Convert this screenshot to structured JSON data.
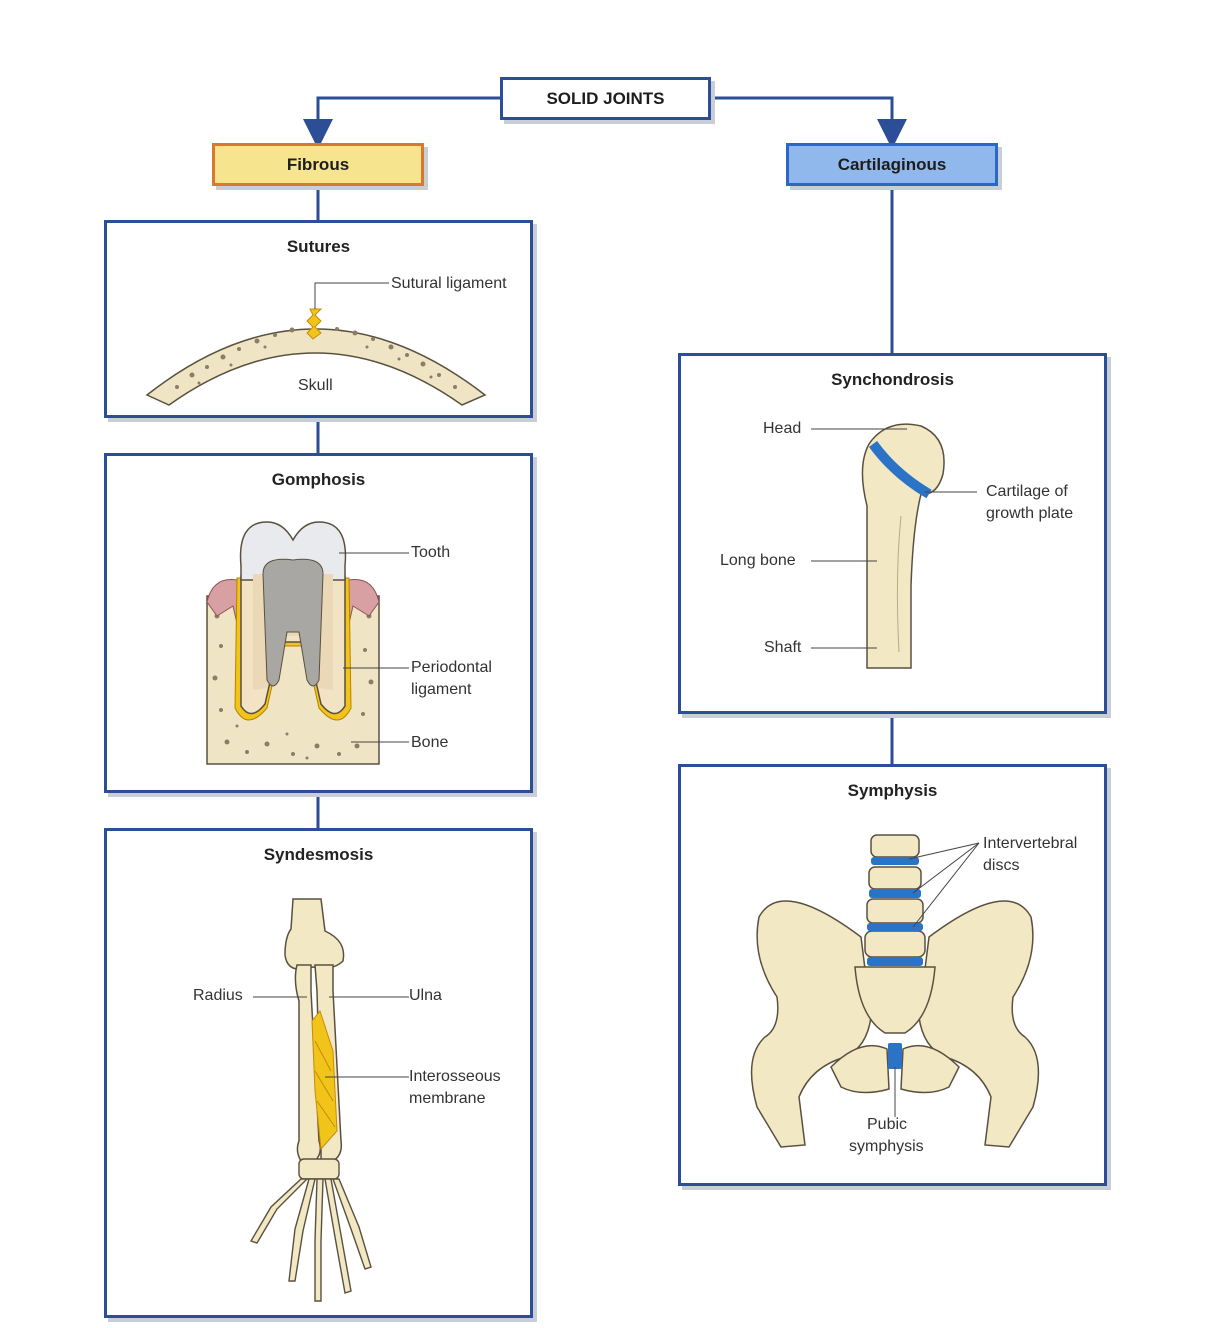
{
  "root": {
    "title": "SOLID JOINTS"
  },
  "categories": {
    "fibrous": {
      "label": "Fibrous",
      "fill": "#f7e48e",
      "border": "#d7792f"
    },
    "cartilaginous": {
      "label": "Cartilaginous",
      "fill": "#91b8ec",
      "border": "#2b68c5"
    }
  },
  "colors": {
    "frame": "#2b4e96",
    "bone": "#f3e8c4",
    "cartilage": "#2b73c6",
    "ligament": "#f0c419"
  },
  "panels": {
    "sutures": {
      "title": "Sutures",
      "labels": {
        "sutural_ligament": "Sutural ligament",
        "skull": "Skull"
      }
    },
    "gomphosis": {
      "title": "Gomphosis",
      "labels": {
        "tooth": "Tooth",
        "periodontal_1": "Periodontal",
        "periodontal_2": "ligament",
        "bone": "Bone"
      }
    },
    "syndesmosis": {
      "title": "Syndesmosis",
      "labels": {
        "radius": "Radius",
        "ulna": "Ulna",
        "interosseous_1": "Interosseous",
        "interosseous_2": "membrane"
      }
    },
    "synchondrosis": {
      "title": "Synchondrosis",
      "labels": {
        "head": "Head",
        "cartilage_1": "Cartilage of",
        "cartilage_2": "growth plate",
        "long_bone": "Long bone",
        "shaft": "Shaft"
      }
    },
    "symphysis": {
      "title": "Symphysis",
      "labels": {
        "intervertebral_1": "Intervertebral",
        "intervertebral_2": "discs",
        "pubic_1": "Pubic",
        "pubic_2": "symphysis"
      }
    }
  }
}
